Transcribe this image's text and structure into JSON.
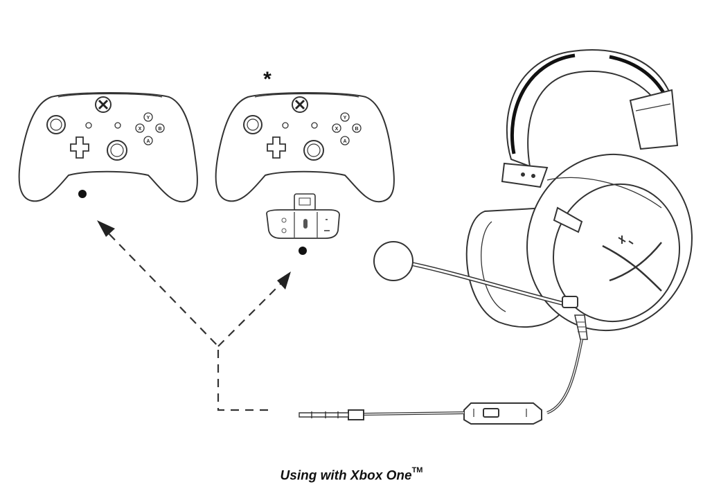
{
  "diagram": {
    "caption": "Using with Xbox One",
    "caption_trademark": "TM",
    "asterisk": "*",
    "controller_buttons": [
      "Y",
      "X",
      "B",
      "A"
    ]
  }
}
